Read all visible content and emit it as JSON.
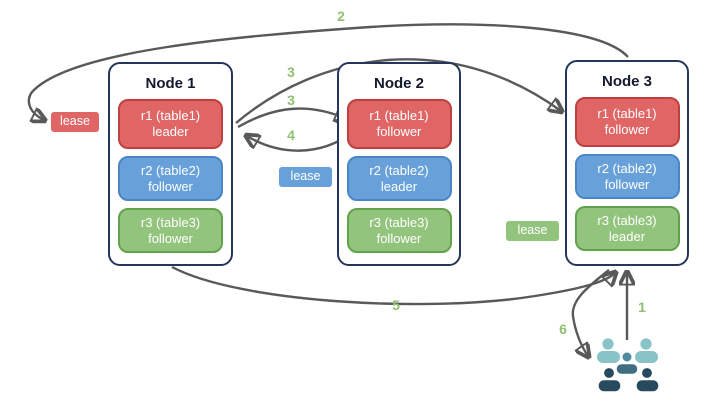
{
  "colors": {
    "arrow": "#595959",
    "step_label_green": "#8fbf72",
    "red_fill": "#e06666",
    "red_border": "#bf4040",
    "blue_fill": "#68a1da",
    "blue_border": "#4a86c6",
    "green_fill": "#93c47d",
    "green_border": "#61a24d",
    "node_border": "#24365c",
    "users_light_teal": "#87c3c7",
    "users_mid_teal": "#4d8b9d",
    "users_dark_slate": "#274a5e"
  },
  "nodes": [
    {
      "title": "Node 1",
      "replicas": [
        {
          "name": "r1 (table1)",
          "role": "leader",
          "color": "red"
        },
        {
          "name": "r2 (table2)",
          "role": "follower",
          "color": "blue"
        },
        {
          "name": "r3 (table3)",
          "role": "follower",
          "color": "green"
        }
      ]
    },
    {
      "title": "Node 2",
      "replicas": [
        {
          "name": "r1 (table1)",
          "role": "follower",
          "color": "red"
        },
        {
          "name": "r2 (table2)",
          "role": "leader",
          "color": "blue"
        },
        {
          "name": "r3 (table3)",
          "role": "follower",
          "color": "green"
        }
      ]
    },
    {
      "title": "Node 3",
      "replicas": [
        {
          "name": "r1 (table1)",
          "role": "follower",
          "color": "red"
        },
        {
          "name": "r2 (table2)",
          "role": "follower",
          "color": "blue"
        },
        {
          "name": "r3 (table3)",
          "role": "leader",
          "color": "green"
        }
      ]
    }
  ],
  "leases": [
    {
      "label": "lease",
      "color": "red"
    },
    {
      "label": "lease",
      "color": "blue"
    },
    {
      "label": "lease",
      "color": "green"
    }
  ],
  "steps": {
    "s1": "1",
    "s2": "2",
    "s3a": "3",
    "s3b": "3",
    "s4": "4",
    "s5": "5",
    "s6": "6"
  },
  "icons": {
    "users_group": "users-group-icon"
  }
}
